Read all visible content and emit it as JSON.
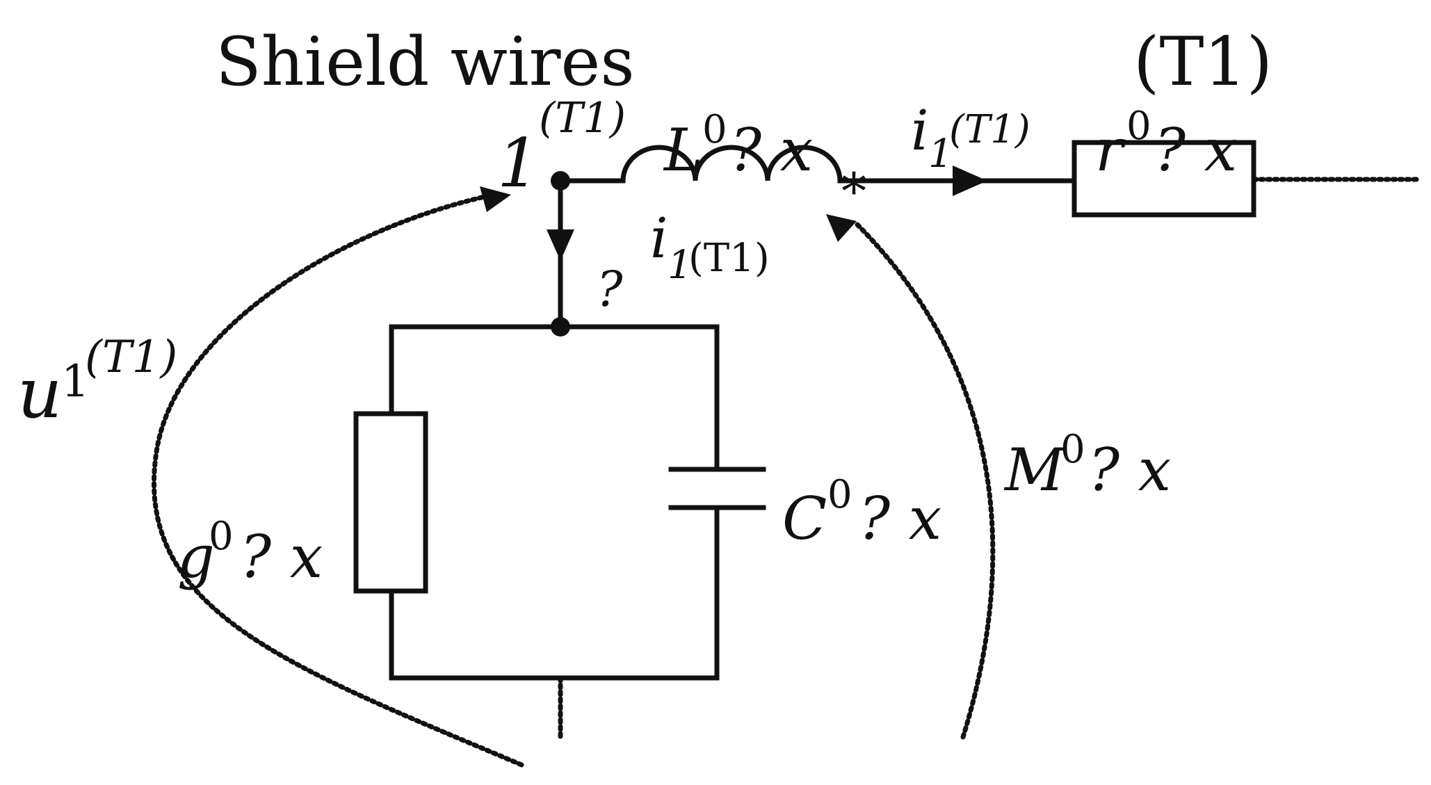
{
  "title": "Shield wires",
  "section_label": "(T1)",
  "node": {
    "number": "1",
    "sup": "(T1)"
  },
  "voltage": {
    "symbol": "u",
    "sub": "1",
    "sup": "(T1)"
  },
  "inductance": {
    "symbol": "L",
    "sup": "0",
    "tail": "? x"
  },
  "resistance_series": {
    "symbol": "r",
    "sup": "0",
    "tail": "? x"
  },
  "conductance": {
    "symbol": "g",
    "sup": "0",
    "tail": "? x"
  },
  "capacitance": {
    "symbol": "C",
    "sup": "0",
    "tail": "? x"
  },
  "mutual": {
    "symbol": "M",
    "sup": "0",
    "tail": "? x"
  },
  "current_series": {
    "symbol": "i",
    "sub": "1",
    "sup": "(T1)"
  },
  "current_shunt": {
    "symbol": "i",
    "sub": "1",
    "sup": "(T1)",
    "prefix": "?"
  },
  "marker": "*"
}
